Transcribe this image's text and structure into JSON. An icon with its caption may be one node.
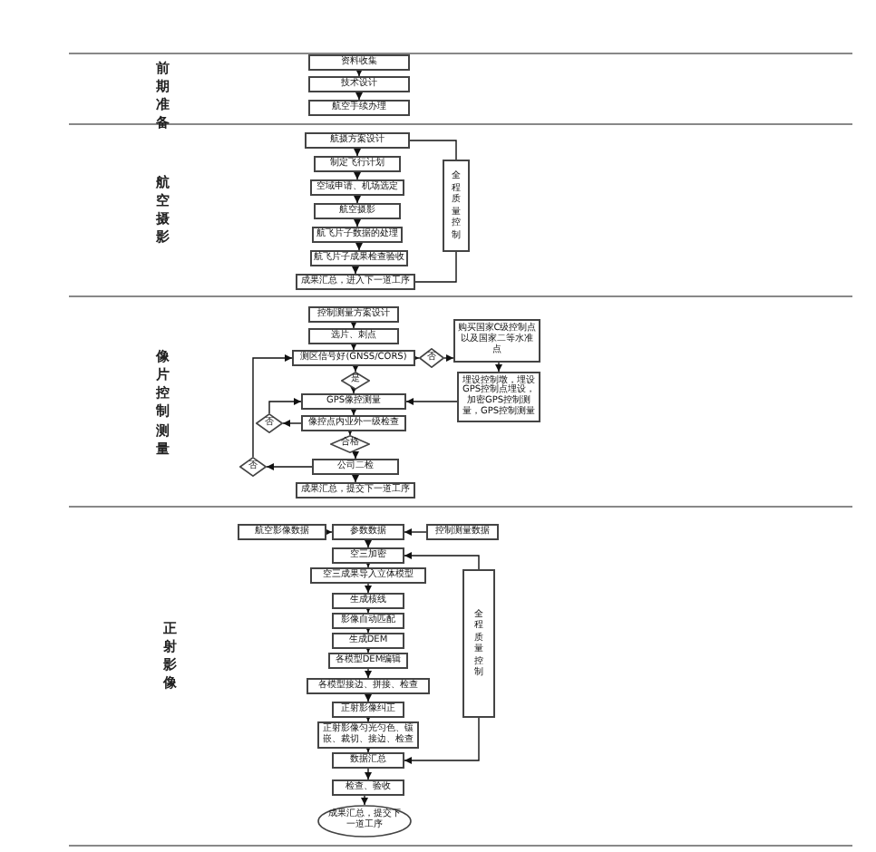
{
  "diagram": {
    "nodes": [
      {
        "text": [
          "资料收集"
        ]
      },
      {
        "text": [
          "技术设计"
        ]
      },
      {
        "text": [
          "航空手续办理"
        ]
      },
      {
        "text": [
          "航摄方案设计"
        ]
      },
      {
        "text": [
          "制定飞行计划"
        ]
      },
      {
        "text": [
          "空域申请、机场选定"
        ]
      },
      {
        "text": [
          "航空摄影"
        ]
      },
      {
        "text": [
          "航飞片子数据的处理"
        ]
      },
      {
        "text": [
          "航飞片子成果检查验收"
        ]
      },
      {
        "text": [
          "成果汇总，进入下一道工序"
        ]
      },
      {
        "text": [
          "全程质量控制"
        ]
      },
      {
        "text": [
          "控制测量方案设计"
        ]
      },
      {
        "text": [
          "选片、刺点"
        ]
      },
      {
        "text": [
          "测区信号好(GNSS/CORS)"
        ]
      },
      {
        "text": [
          "否"
        ]
      },
      {
        "text": [
          "购买国家C级控制点以及国家二等水准点"
        ]
      },
      {
        "text": [
          "埋设控制墩，埋设GPS控制点埋设，加密GPS控制测量，GPS控制测量"
        ]
      },
      {
        "text": [
          "是"
        ]
      },
      {
        "text": [
          "GPS像控测量"
        ]
      },
      {
        "text": [
          "否"
        ]
      },
      {
        "text": [
          "像控点内业外一级检查"
        ]
      },
      {
        "text": [
          "合格"
        ]
      },
      {
        "text": [
          "公司二检"
        ]
      },
      {
        "text": [
          "否"
        ]
      },
      {
        "text": [
          "成果汇总，提交下一道工序"
        ]
      },
      {
        "text": [
          "航空影像数据"
        ]
      },
      {
        "text": [
          "参数数据"
        ]
      },
      {
        "text": [
          "控制测量数据"
        ]
      },
      {
        "text": [
          "空三加密"
        ]
      },
      {
        "text": [
          "空三成果导入立体模型"
        ]
      },
      {
        "text": [
          "生成核线"
        ]
      },
      {
        "text": [
          "影像自动匹配"
        ]
      },
      {
        "text": [
          "生成DEM"
        ]
      },
      {
        "text": [
          "各模型DEM编辑"
        ]
      },
      {
        "text": [
          "各模型接边、拼接、检查"
        ]
      },
      {
        "text": [
          "正射影像纠正"
        ]
      },
      {
        "text": [
          "正射影像匀光匀色、镶嵌、裁切、接边、检查"
        ]
      },
      {
        "text": [
          "数据汇总"
        ]
      },
      {
        "text": [
          "检查、验收"
        ]
      },
      {
        "text": [
          "成果汇总，提交下一道工序"
        ]
      },
      {
        "text": [
          "全程质量控制"
        ]
      }
    ],
    "edges": [
      {
        "from": 0,
        "to": 1,
        "arrow": "to"
      },
      {
        "from": 1,
        "to": 2,
        "arrow": "to"
      },
      {
        "from": 3,
        "to": 4,
        "arrow": "to"
      },
      {
        "from": 4,
        "to": 5,
        "arrow": "to"
      },
      {
        "from": 5,
        "to": 6,
        "arrow": "to"
      },
      {
        "from": 6,
        "to": 7,
        "arrow": "to"
      },
      {
        "from": 7,
        "to": 8,
        "arrow": "to"
      },
      {
        "from": 8,
        "to": 9,
        "arrow": "to"
      },
      {
        "from": 3,
        "to": 10,
        "arrow": "none"
      },
      {
        "from": 10,
        "to": 9,
        "arrow": "none"
      },
      {
        "from": 11,
        "to": 12,
        "arrow": "to"
      },
      {
        "from": 12,
        "to": 13,
        "arrow": "to"
      },
      {
        "from": 13,
        "to": 14,
        "arrow": "to"
      },
      {
        "from": 14,
        "to": 15,
        "arrow": "to"
      },
      {
        "from": 15,
        "to": 16,
        "arrow": "to"
      },
      {
        "from": 16,
        "to": 18,
        "arrow": "to"
      },
      {
        "from": 13,
        "to": 17,
        "arrow": "to"
      },
      {
        "from": 17,
        "to": 18,
        "arrow": "to"
      },
      {
        "from": 18,
        "to": 20,
        "arrow": "to"
      },
      {
        "from": 20,
        "to": 19,
        "arrow": "to"
      },
      {
        "from": 19,
        "to": 18,
        "arrow": "to"
      },
      {
        "from": 20,
        "to": 21,
        "arrow": "to"
      },
      {
        "from": 21,
        "to": 22,
        "arrow": "to"
      },
      {
        "from": 22,
        "to": 23,
        "arrow": "to"
      },
      {
        "from": 23,
        "to": 13,
        "arrow": "to"
      },
      {
        "from": 22,
        "to": 24,
        "arrow": "to"
      },
      {
        "from": 25,
        "to": 26,
        "arrow": "to"
      },
      {
        "from": 27,
        "to": 26,
        "arrow": "to"
      },
      {
        "from": 26,
        "to": 28,
        "arrow": "to"
      },
      {
        "from": 28,
        "to": 29,
        "arrow": "to"
      },
      {
        "from": 29,
        "to": 30,
        "arrow": "to"
      },
      {
        "from": 30,
        "to": 31,
        "arrow": "to"
      },
      {
        "from": 31,
        "to": 32,
        "arrow": "to"
      },
      {
        "from": 32,
        "to": 33,
        "arrow": "to"
      },
      {
        "from": 33,
        "to": 34,
        "arrow": "to"
      },
      {
        "from": 34,
        "to": 35,
        "arrow": "to"
      },
      {
        "from": 35,
        "to": 36,
        "arrow": "to"
      },
      {
        "from": 36,
        "to": 37,
        "arrow": "to"
      },
      {
        "from": 37,
        "to": 38,
        "arrow": "to"
      },
      {
        "from": 38,
        "to": 39,
        "arrow": "to"
      },
      {
        "from": 40,
        "to": 28,
        "arrow": "to"
      },
      {
        "from": 40,
        "to": 37,
        "arrow": "to"
      }
    ],
    "labels": [
      "前期准备",
      "航空摄影",
      "像片控制测量",
      "正射影像"
    ]
  }
}
